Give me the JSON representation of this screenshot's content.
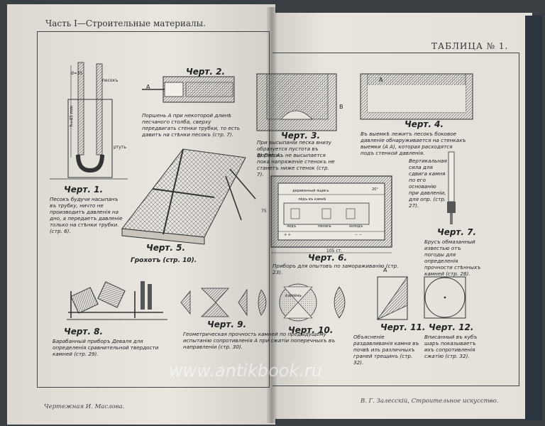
{
  "header": {
    "left_title": "Часть I—Строительные материалы.",
    "right_title": "ТАБЛИЦА № 1."
  },
  "figures": {
    "fig1": {
      "title": "Черт. 1.",
      "caption": "Песокъ будучи насыпанъ въ трубку, ничто не производитъ давленія на дно, а передаетъ давленіе только на стѣнки трубки. (стр. 6)."
    },
    "fig2": {
      "title": "Черт. 2.",
      "caption": "Поршень А при некоторой длинѣ песчаного столба, сверху передвигать стенки трубки, то есть давитъ на стѣнки песокъ (стр. 7)."
    },
    "fig3": {
      "title": "Черт. 3.",
      "caption": "При высыпаніи песка внизу образуется пустота въ формѣ А."
    },
    "fig3b": {
      "caption": "В) Песокъ не высыпается пока напряженіе стенокъ не станетъ ниже стенок (стр. 7)."
    },
    "fig4": {
      "title": "Черт. 4.",
      "caption": "Въ выемкѣ лежитъ песокъ боковое давленіе обнаруживается на стенкахъ выемки (А А), которая расходятся подъ стенкой давленія."
    },
    "fig5": {
      "title": "Черт. 5.",
      "caption": "Грохотъ (стр. 10)."
    },
    "fig6": {
      "title": "Черт. 6.",
      "caption": "Приборъ для опытовъ по замораживанію (стр. 23)."
    },
    "fig7": {
      "title": "Черт. 7.",
      "caption": "Брусъ обмазанный известью отъ погоды для определенія прочности стѣнныхъ камней (стр. 28).",
      "note": "Вертикальная сила для сдвига камня по его основанію при давленіи, для опр. (стр. 27)."
    },
    "fig8": {
      "title": "Черт. 8.",
      "caption": "Барабанный приборъ Деваля для определенія сравнительной твердости камней (стр. 29)."
    },
    "fig9": {
      "title": "Черт. 9.",
      "caption": "Геометрическая прочность камней по предыдущему испытанію сопротивленія А при сжатіи поперечныхъ въ направленіи (стр. 30)."
    },
    "fig10": {
      "title": "Черт. 10.",
      "caption": "камень"
    },
    "fig11": {
      "title": "Черт. 11.",
      "caption": "Объясненіе раздавливанія камня въ почвѣ изъ различныхъ граней трещинъ (стр. 32)."
    },
    "fig12": {
      "title": "Черт. 12.",
      "caption": "Вписанный въ кубъ шаръ показываетъ ихъ сопротивленія сжатію (стр. 32)."
    }
  },
  "labels": {
    "a": "А",
    "b": "В",
    "a_small": "А",
    "d35": "d=35",
    "h45": "h=45 mm",
    "pesok": "песокъ",
    "rtut": "ртуть",
    "dim105": "105 ст.",
    "dim75": "75",
    "r_plus": "+ +",
    "r_minus": "− −",
    "r_cold": "холодъ",
    "r_ice": "ледъ",
    "r_sand": "песокъ",
    "r_box_top": "деревянный ящикъ",
    "r_box_mid": "лёдъ въ камнѣ",
    "r_temp": "20°"
  },
  "footer": {
    "left": "Чертежная И. Маслова.",
    "right": "В. Г. Залесскій, Строительное искусство."
  },
  "watermark": "www.antikbook.ru"
}
